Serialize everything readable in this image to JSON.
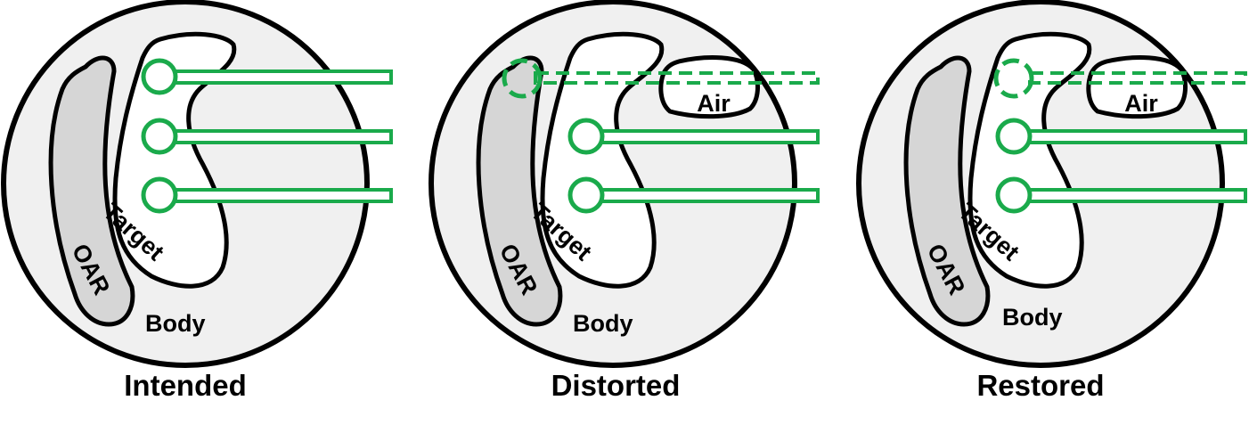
{
  "panels": [
    {
      "caption": "Intended",
      "labels": {
        "body": "Body",
        "target": "Target",
        "oar": "OAR"
      },
      "beams": [
        {
          "state": "intended"
        },
        {
          "state": "intended"
        },
        {
          "state": "intended"
        }
      ]
    },
    {
      "caption": "Distorted",
      "labels": {
        "body": "Body",
        "target": "Target",
        "oar": "OAR",
        "air": "Air"
      },
      "beams": [
        {
          "state": "displaced"
        },
        {
          "state": "shifted"
        },
        {
          "state": "shifted"
        }
      ]
    },
    {
      "caption": "Restored",
      "labels": {
        "body": "Body",
        "target": "Target",
        "oar": "OAR",
        "air": "Air"
      },
      "beams": [
        {
          "state": "displaced"
        },
        {
          "state": "restored"
        },
        {
          "state": "restored"
        }
      ]
    }
  ],
  "colors": {
    "body_fill": "#f0f0f0",
    "oar_fill": "#d6d6d6",
    "target_fill": "#ffffff",
    "air_fill": "#ffffff",
    "outline": "#000000",
    "beam": "#1aaa4b"
  }
}
